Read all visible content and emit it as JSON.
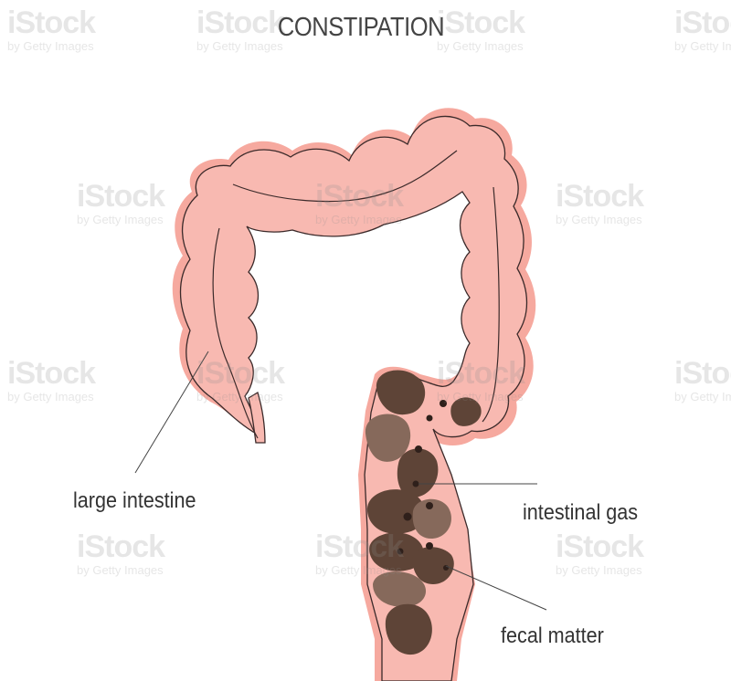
{
  "title": "CONSTIPATION",
  "labels": {
    "large_intestine": "large intestine",
    "intestinal_gas": "intestinal gas",
    "fecal_matter": "fecal matter"
  },
  "watermark": {
    "brand": "iStock",
    "byline": "by Getty Images"
  },
  "colors": {
    "intestine_fill": "#f8b9b1",
    "intestine_outer": "#f6a99f",
    "intestine_stroke": "#3b2a2a",
    "fecal_dark": "#5e4437",
    "fecal_light": "#86695b",
    "gas_dot": "#2f201b",
    "leader_line": "#444444"
  }
}
